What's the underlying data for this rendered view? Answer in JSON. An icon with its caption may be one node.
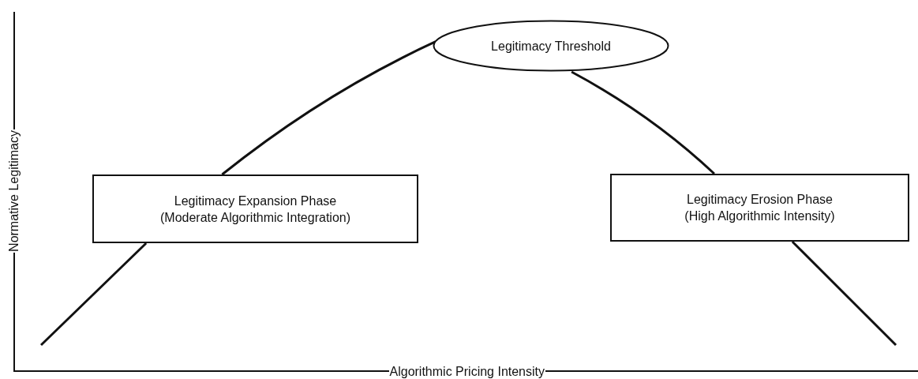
{
  "diagram": {
    "nodes": [
      {
        "text": [
          "Legitimacy Threshold"
        ]
      },
      {
        "text": [
          "Legitimacy Expansion Phase",
          "(Moderate Algorithmic Integration)"
        ]
      },
      {
        "text": [
          "Legitimacy Erosion Phase",
          "(High Algorithmic Intensity)"
        ]
      }
    ],
    "edges": [
      {
        "from": null,
        "to": 1,
        "arrow": "none"
      },
      {
        "from": 1,
        "to": 0,
        "arrow": "none"
      },
      {
        "from": 0,
        "to": 2,
        "arrow": "none"
      },
      {
        "from": 2,
        "to": null,
        "arrow": "none"
      }
    ],
    "labels": [
      "Normative Legitimacy",
      "Algorithmic Pricing Intensity"
    ]
  }
}
